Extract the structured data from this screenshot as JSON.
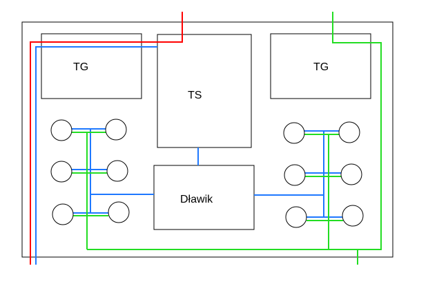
{
  "diagram": {
    "labels": {
      "tg_left": "TG",
      "tg_right": "TG",
      "ts": "TS",
      "dlawik": "Dławik"
    },
    "colors": {
      "frame": "#000000",
      "wire_red": "#ff0000",
      "wire_blue": "#1e78ff",
      "wire_green": "#22dd22",
      "background": "#ffffff"
    }
  }
}
